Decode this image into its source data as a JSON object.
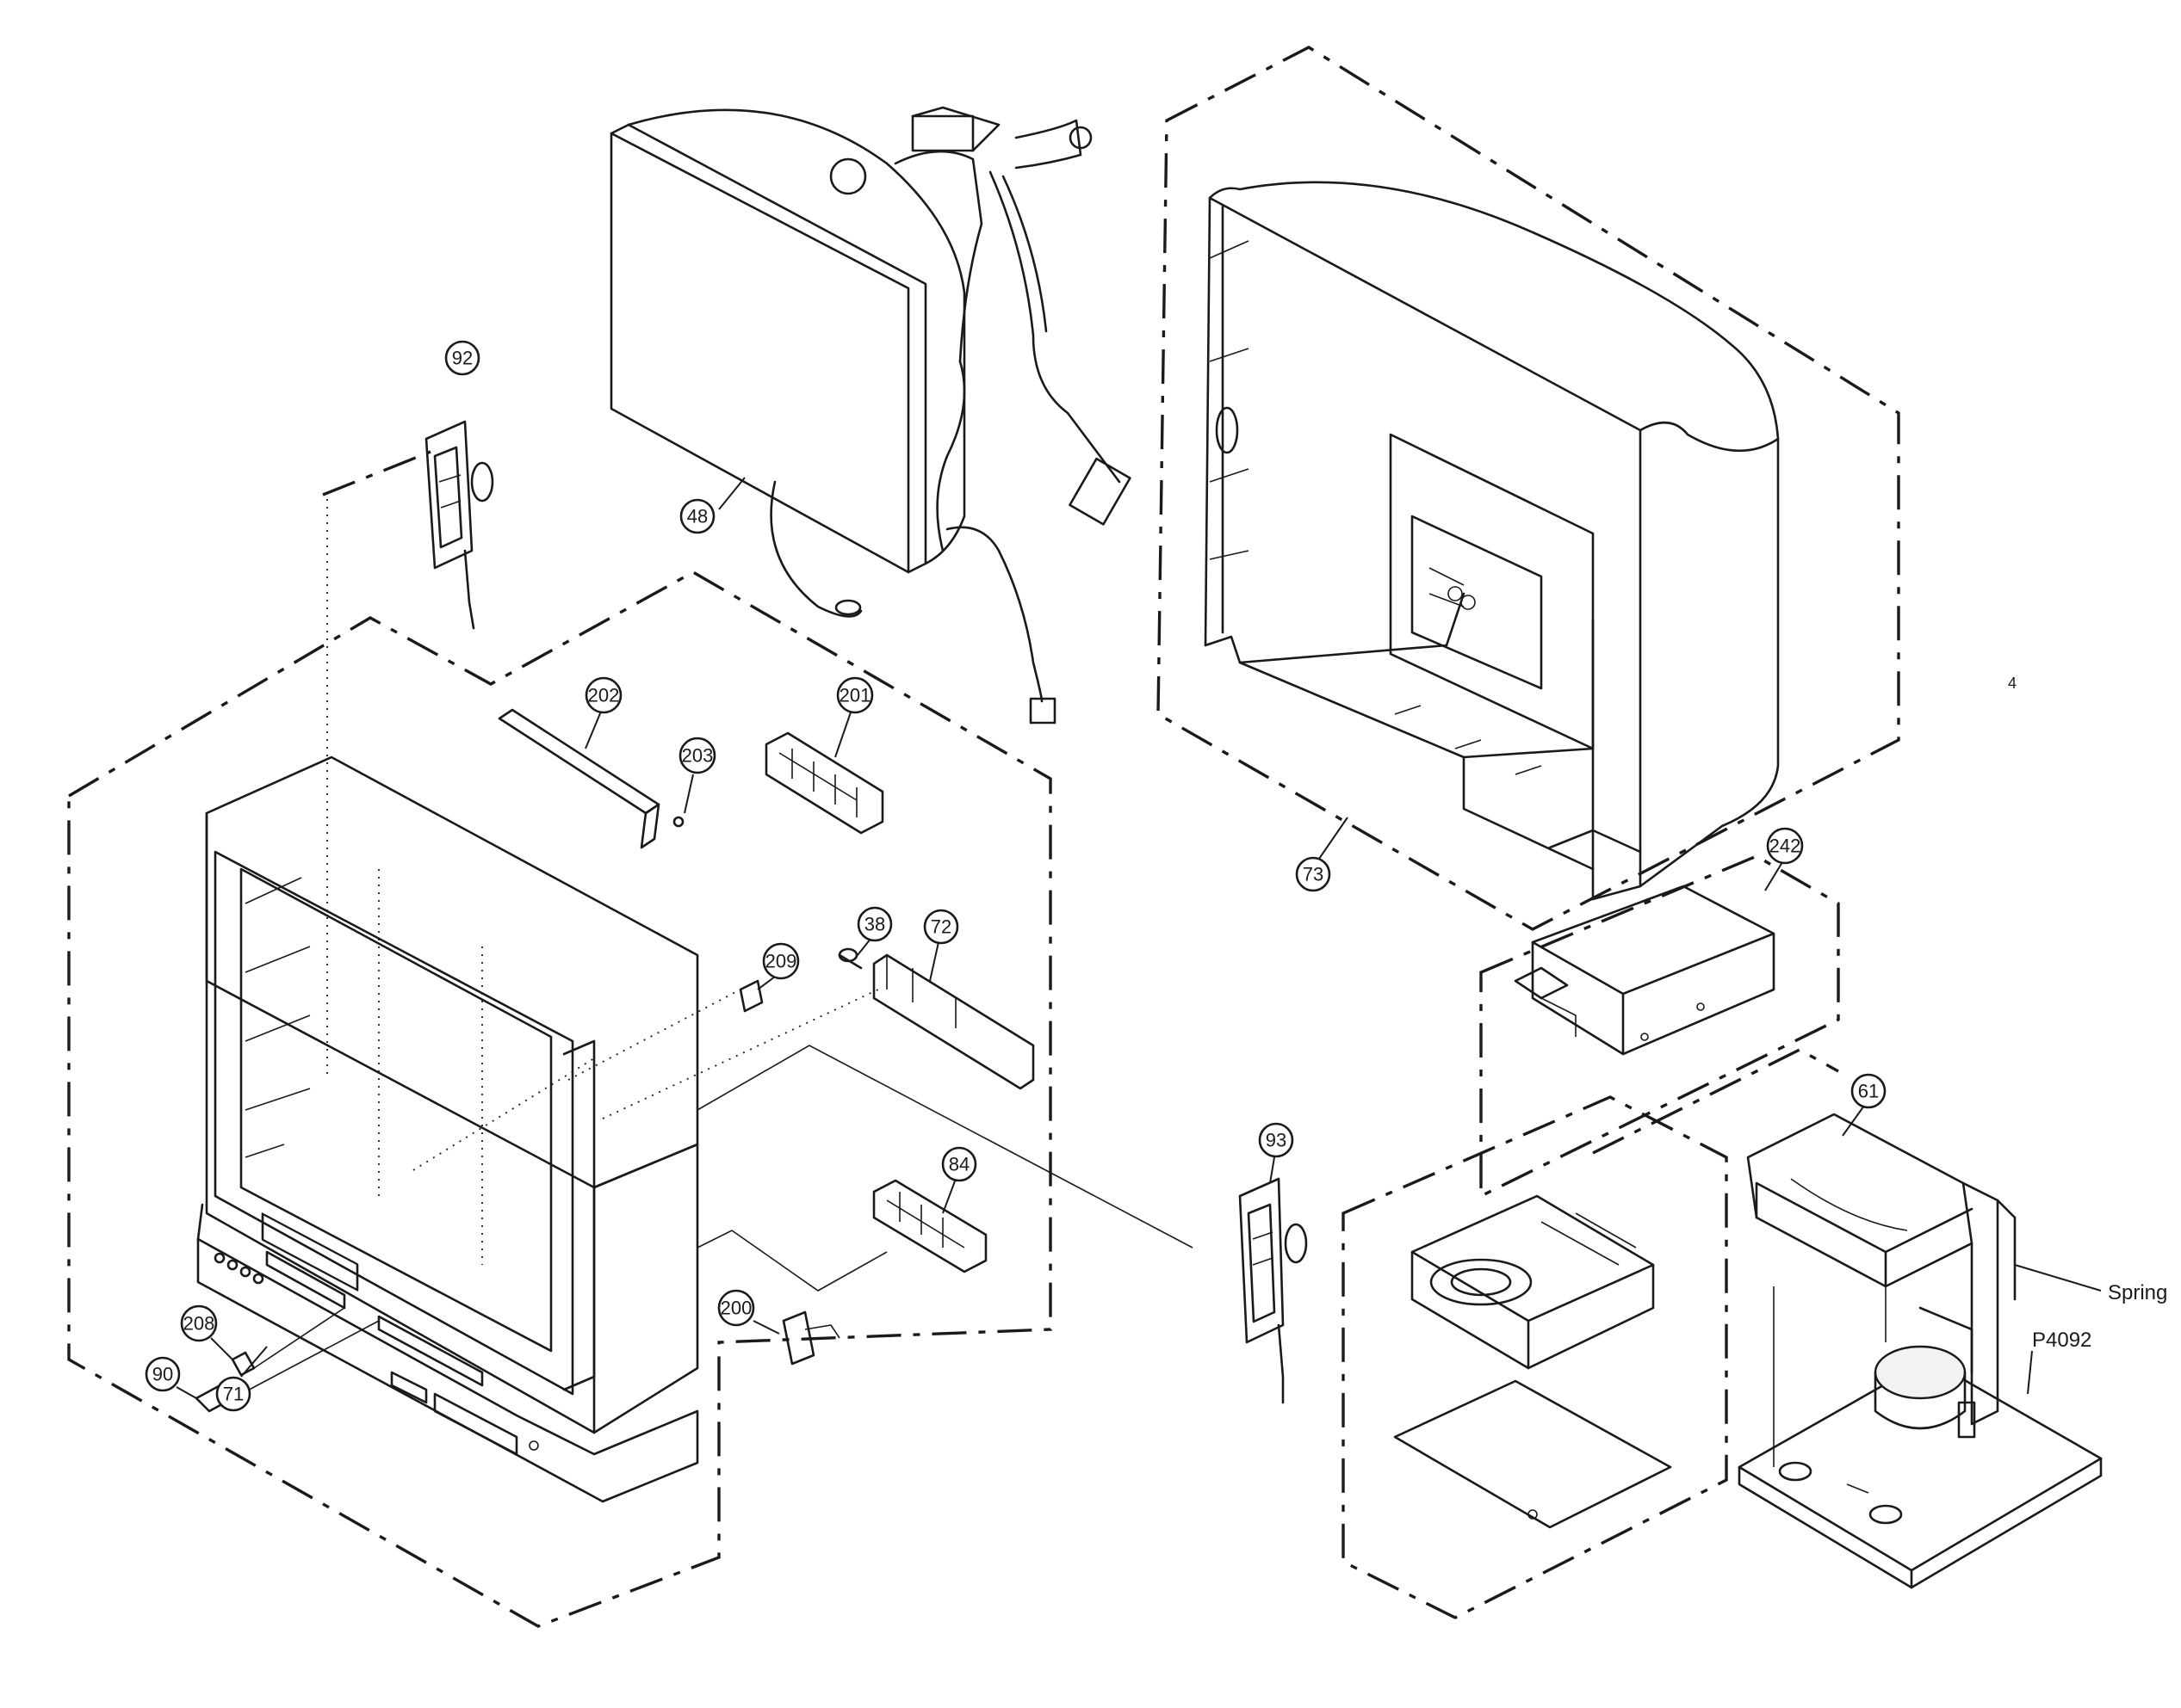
{
  "diagram": {
    "callouts": {
      "c92": "92",
      "c48": "48",
      "c73": "73",
      "c202": "202",
      "c201": "201",
      "c203": "203",
      "c209": "209",
      "c38": "38",
      "c72": "72",
      "c242": "242",
      "c61": "61",
      "c93": "93",
      "c84": "84",
      "c200": "200",
      "c208": "208",
      "c90": "90",
      "c71": "71"
    },
    "labels": {
      "spring": "Spring",
      "p4092": "P4092",
      "corner_mark": "4"
    }
  }
}
